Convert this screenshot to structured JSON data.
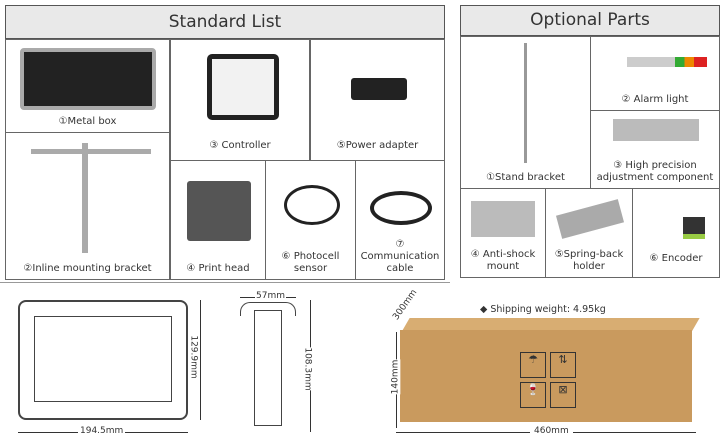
{
  "standard_list": {
    "title": "Standard List",
    "items": [
      {
        "label": "①Metal box"
      },
      {
        "label": "③ Controller"
      },
      {
        "label": "⑤Power adapter"
      },
      {
        "label": "②Inline  mounting bracket"
      },
      {
        "label": "④ Print head"
      },
      {
        "label": "⑥ Photocell sensor"
      },
      {
        "label": "⑦ Communication cable"
      }
    ]
  },
  "optional_parts": {
    "title": "Optional Parts",
    "items": [
      {
        "label": "①Stand bracket"
      },
      {
        "label": "② Alarm light"
      },
      {
        "label": "③ High precision adjustment component"
      },
      {
        "label": "④ Anti-shock mount"
      },
      {
        "label": "⑤Spring-back holder"
      },
      {
        "label": "⑥ Encoder"
      }
    ]
  },
  "dimensions": {
    "controller_width": "194.5mm",
    "controller_height": "129.9mm",
    "printhead_width": "57mm",
    "printhead_height": "108.3mm",
    "box_depth": "300mm",
    "box_height": "140mm",
    "box_length": "460mm",
    "shipping_weight": "◆ Shipping weight: 4.95kg"
  },
  "colors": {
    "header_bg": "#e9e9e9",
    "carton": "#c99a5e"
  }
}
